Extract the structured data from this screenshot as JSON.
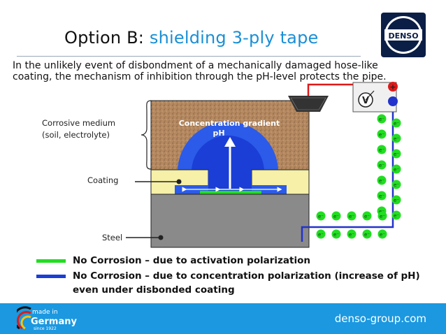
{
  "header": {
    "title_prefix": "Option B: ",
    "title_highlight": "shielding 3-ply tape",
    "logo_text": "DENSO"
  },
  "intro": "In the unlikely event of disbondment of a mechanically damaged hose-like coating, the mechanism of inhibition through the pH-level protects the pipe.",
  "diagram": {
    "labels": {
      "corrosive_medium_line1": "Corrosive medium",
      "corrosive_medium_line2": "(soil, electrolyte)",
      "coating": "Coating",
      "steel": "Steel",
      "gradient_line1": "Concentration gradient",
      "gradient_line2": "pH"
    },
    "voltmeter_symbol": "V",
    "plus_sign": "+",
    "electron_label": "e⁻"
  },
  "legend": [
    {
      "color": "#22dd22",
      "text": "No Corrosion – due to activation polarization"
    },
    {
      "color": "#1a3ed6",
      "text": "No Corrosion – due to concentration polarization (increase of pH)",
      "text2": "even under disbonded coating"
    }
  ],
  "footer": {
    "url": "denso-group.com",
    "made_in": "made in",
    "country": "Germany",
    "since": "since 1922"
  },
  "colors": {
    "accent": "#1a8fd6",
    "footer": "#1b98e0",
    "soil": "#b48860",
    "coating": "#f6f0a8",
    "steel": "#8a8a8a",
    "gradient_blue": "#1a3ed6",
    "no_corrosion_green": "#22dd22",
    "wire_red": "#e01818",
    "wire_blue": "#2233cc"
  }
}
